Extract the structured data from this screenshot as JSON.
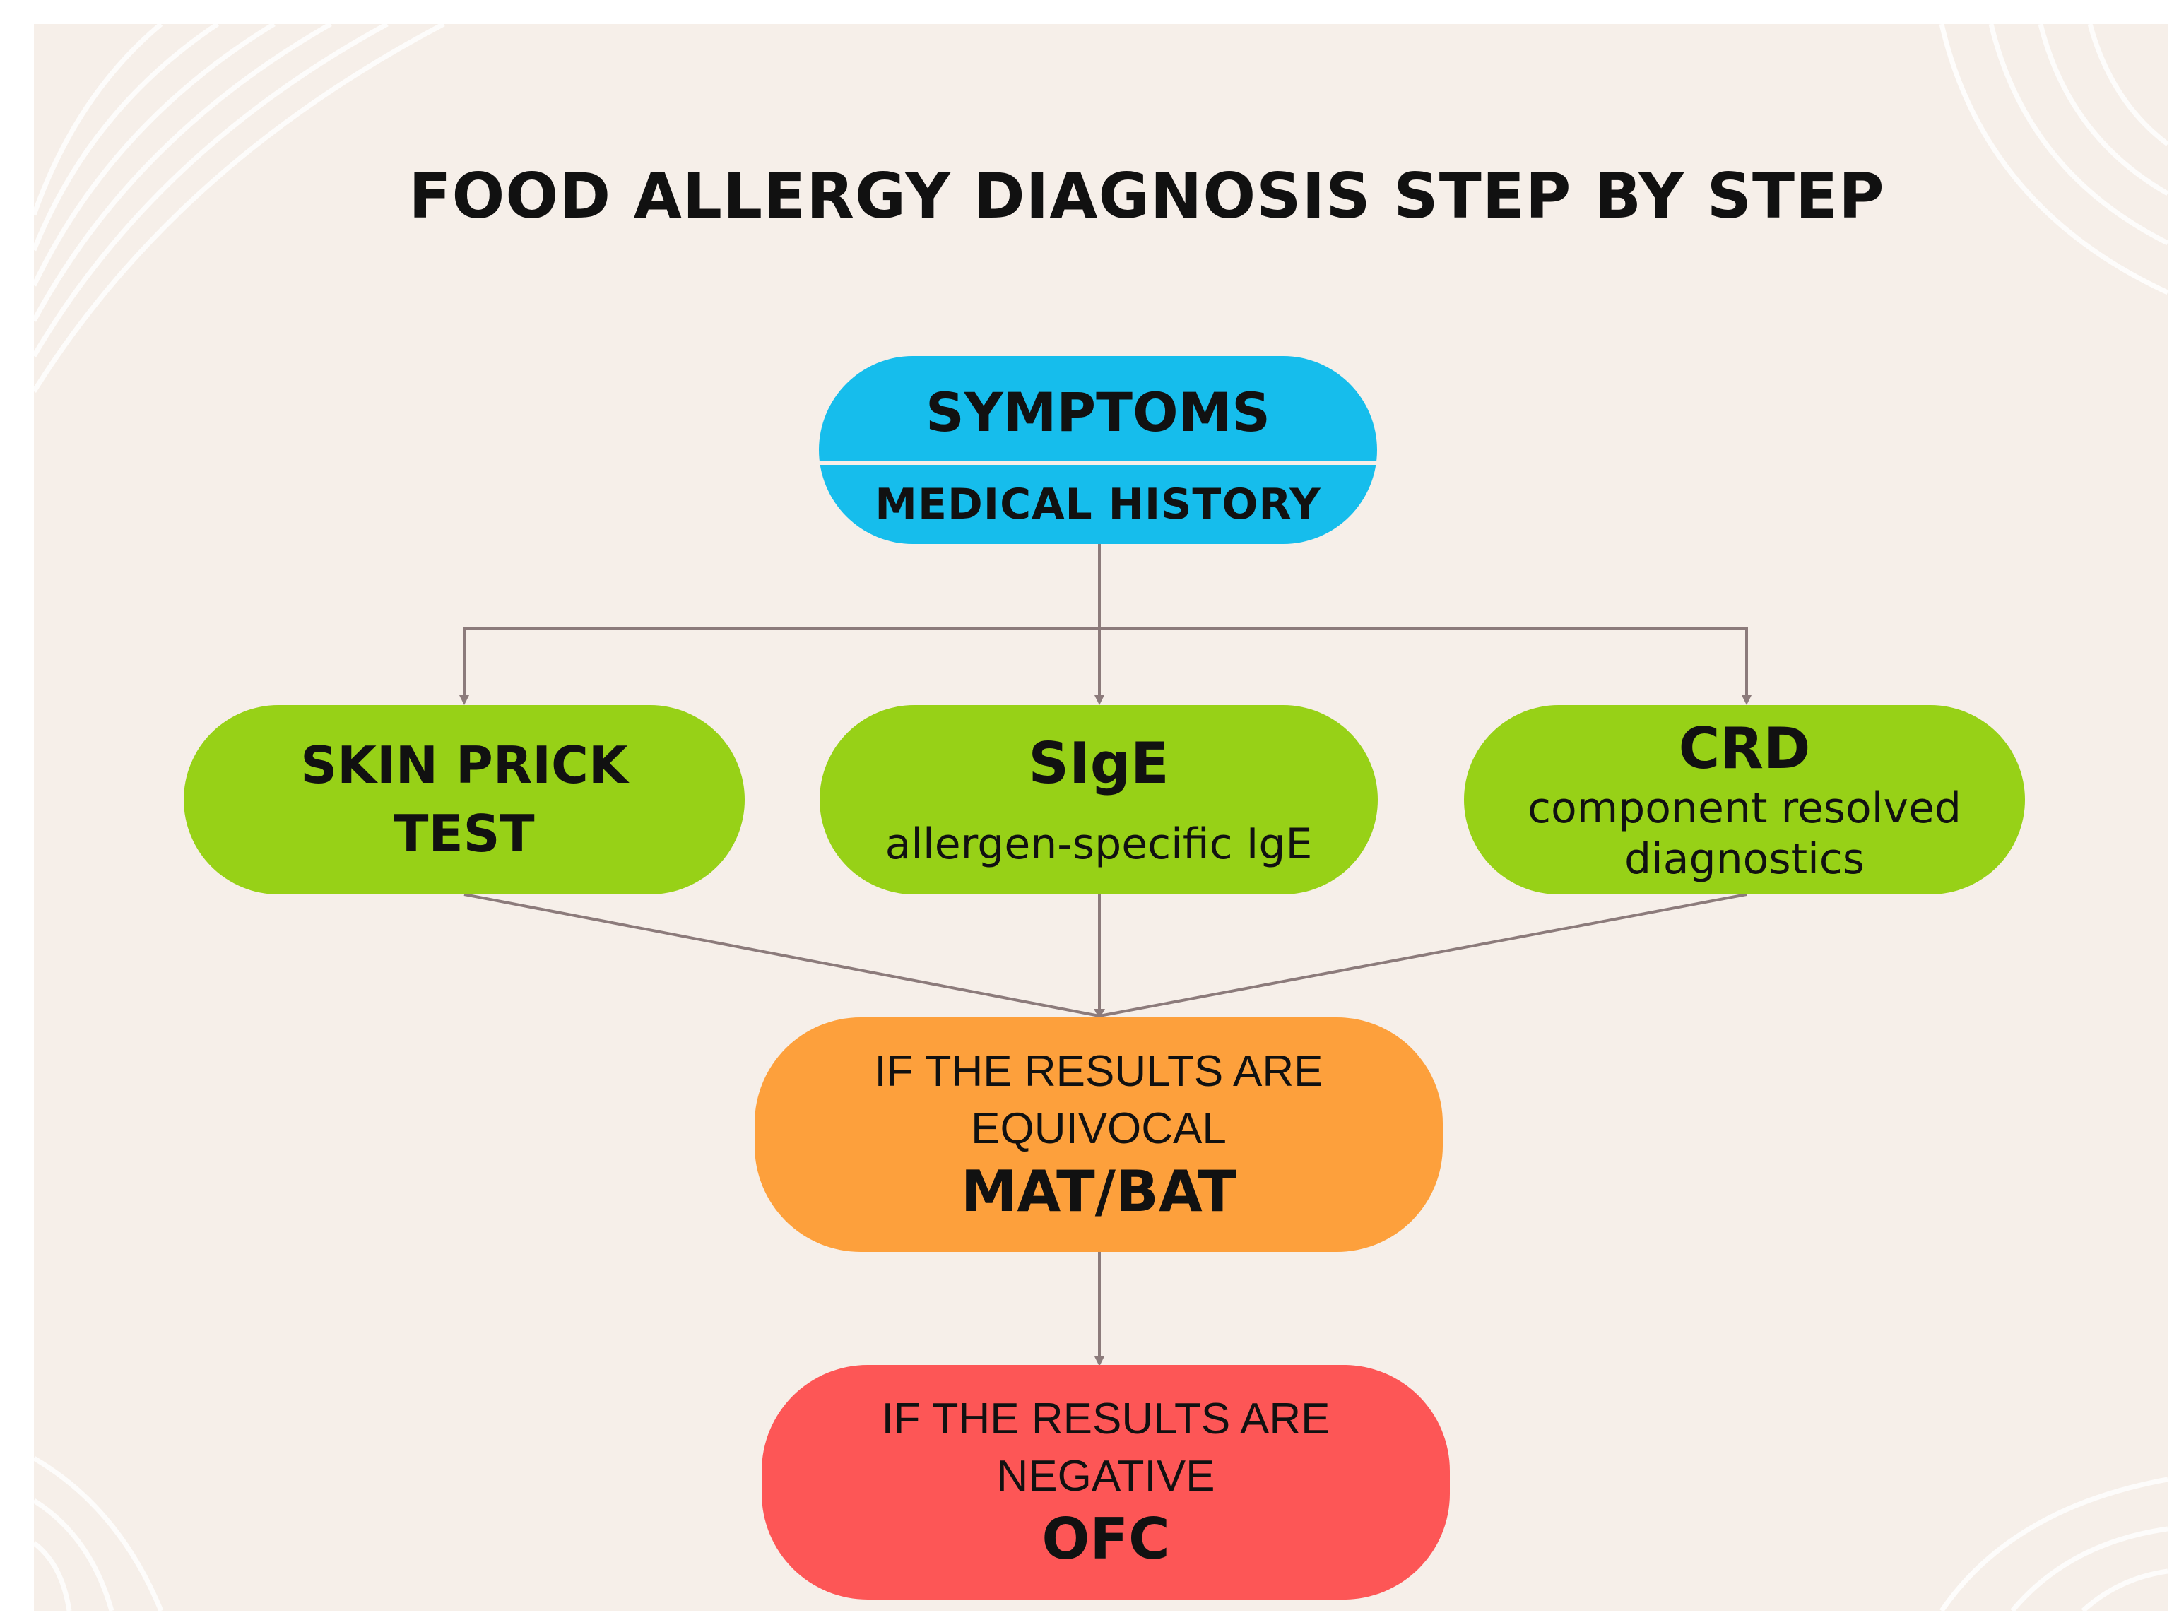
{
  "title": "FOOD ALLERGY DIAGNOSIS STEP BY STEP",
  "colors": {
    "background": "#f6efe9",
    "symptoms": "#16bdec",
    "tests": "#97d117",
    "equivocal": "#fda03c",
    "negative": "#fd5656",
    "connector": "#8c7b7b"
  },
  "nodes": {
    "symptoms": {
      "title": "SYMPTOMS",
      "subtitle": "MEDICAL HISTORY"
    },
    "skin_prick": {
      "line1": "SKIN PRICK",
      "line2": "TEST"
    },
    "sige": {
      "title": "SIgE",
      "subtitle": "allergen-specific IgE"
    },
    "crd": {
      "title": "CRD",
      "subtitle_line1": "component resolved",
      "subtitle_line2": "diagnostics"
    },
    "mat_bat": {
      "line1": "IF THE RESULTS ARE",
      "line2": "EQUIVOCAL",
      "title": "MAT/BAT"
    },
    "ofc": {
      "line1": "IF THE RESULTS ARE",
      "line2": "NEGATIVE",
      "title": "OFC"
    }
  }
}
